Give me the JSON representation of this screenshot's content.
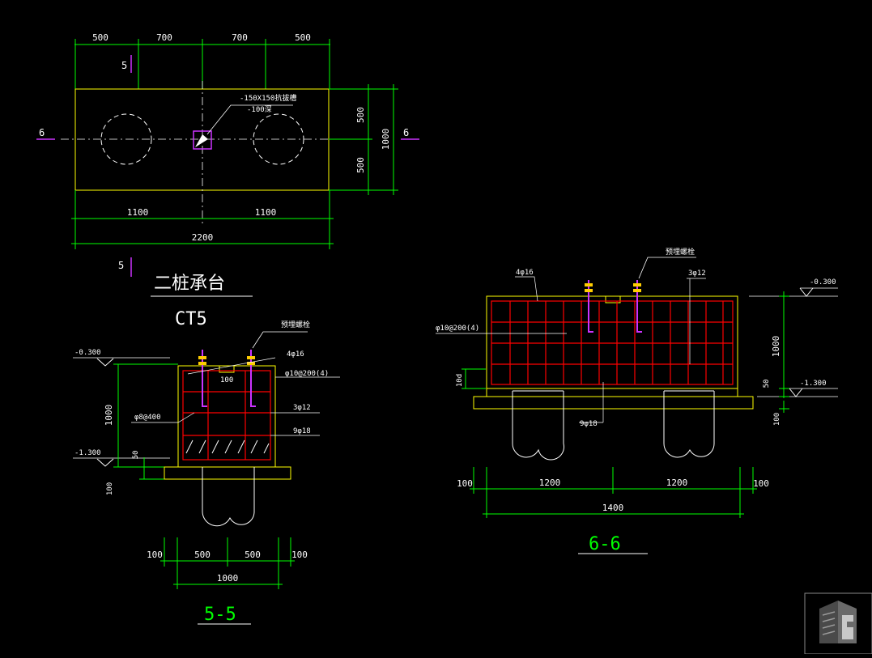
{
  "colors": {
    "background": "#000000",
    "outline": "#ffff00",
    "dimension": "#00ff00",
    "rebar": "#ff0000",
    "bolt": "#cc33ff",
    "text": "#ffffff",
    "nut": "#ffcc00"
  },
  "plan": {
    "top_dims": [
      "500",
      "700",
      "700",
      "500"
    ],
    "bottom_dims": [
      "1100",
      "1100"
    ],
    "total_width": "2200",
    "right_dims": [
      "500",
      "500"
    ],
    "total_height": "1000",
    "section_mark_5": "5",
    "section_mark_6": "6",
    "note_line1": "-150X150抗拔槽",
    "note_line2": "-100深",
    "title_cn": "二桩承台",
    "title_code": "CT5"
  },
  "section_55": {
    "label": "5-5",
    "elev_top": "-0.300",
    "elev_bottom": "-1.300",
    "height_dim": "1000",
    "dim_50": "50",
    "dim_100": "100",
    "bolt_label": "预埋螺栓",
    "rebar_top": "4φ16",
    "rebar_stirrup": "φ10@200(4)",
    "rebar_side": "φ8@400",
    "rebar_mid": "3φ12",
    "rebar_bottom": "9φ18",
    "inner_dim": "100",
    "bottom_dims": [
      "100",
      "500",
      "500",
      "100"
    ],
    "total_width": "1000"
  },
  "section_66": {
    "label": "6-6",
    "elev_top": "-0.300",
    "elev_bottom": "-1.300",
    "height_dim": "1000",
    "dim_50": "50",
    "dim_100": "100",
    "bolt_label": "预埋螺栓",
    "rebar_top": "4φ16",
    "rebar_stirrup": "φ10@200(4)",
    "rebar_mid": "3φ12",
    "rebar_bottom": "9φ18",
    "side_dim": "10d",
    "bottom_dims": [
      "100",
      "1200",
      "1200",
      "100"
    ],
    "total_width": "1400"
  }
}
